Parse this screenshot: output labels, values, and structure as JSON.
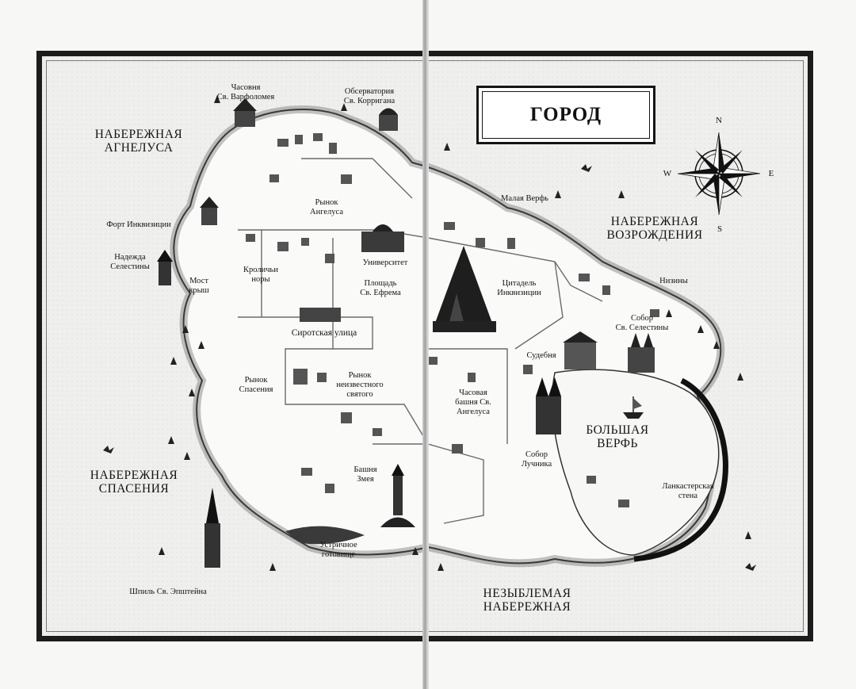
{
  "title": "ГОРОД",
  "compass": {
    "n": "N",
    "s": "S",
    "e": "E",
    "w": "W"
  },
  "labels": {
    "chapel": "Часовня\nСв. Варфоломея",
    "observatory": "Обсерватория\nСв. Корригана",
    "agnelus_embankment": "НАБЕРЕЖНАЯ\nАГНЕЛУСА",
    "agnelus_market": "Рынок\nАнгелуса",
    "inquisition_fort": "Форт Инквизиции",
    "celestina_hope": "Надежда\nСелестины",
    "rabbit_holes": "Кроличьи\nноры",
    "university": "Университет",
    "efrem_square": "Площадь\nСв. Ефрема",
    "bridge": "Мост\nкрыш",
    "small_dock": "Малая Верфь",
    "rebirth_embankment": "НАБЕРЕЖНАЯ\nВОЗРОЖДЕНИЯ",
    "citadel": "Цитадель\nИнквизиции",
    "lowlands": "Низины",
    "celestina_cathedral": "Собор\nСв. Селестины",
    "orphan_street": "Сиротская улица",
    "court": "Судебня",
    "salvation_market": "Рынок\nСпасения",
    "unknown_saint_market": "Рынок\nнеизвестного\nсвятого",
    "clock_tower": "Часовая\nбашня Св.\nАнгелуса",
    "big_dock": "БОЛЬШАЯ\nВЕРФЬ",
    "luchnik_cathedral": "Собор\nЛучника",
    "salvation_embankment": "НАБЕРЕЖНАЯ\nСПАСЕНИЯ",
    "serpent_tower": "Башня\nЗмея",
    "lancaster_wall": "Ланкастерская\nстена",
    "oyster_hut": "Устричное\nготовище",
    "epstein_spire": "Шпиль Св. Эпштейна",
    "steadfast_embankment": "НЕЗЫБЛЕМАЯ\nНАБЕРЕЖНАЯ"
  }
}
